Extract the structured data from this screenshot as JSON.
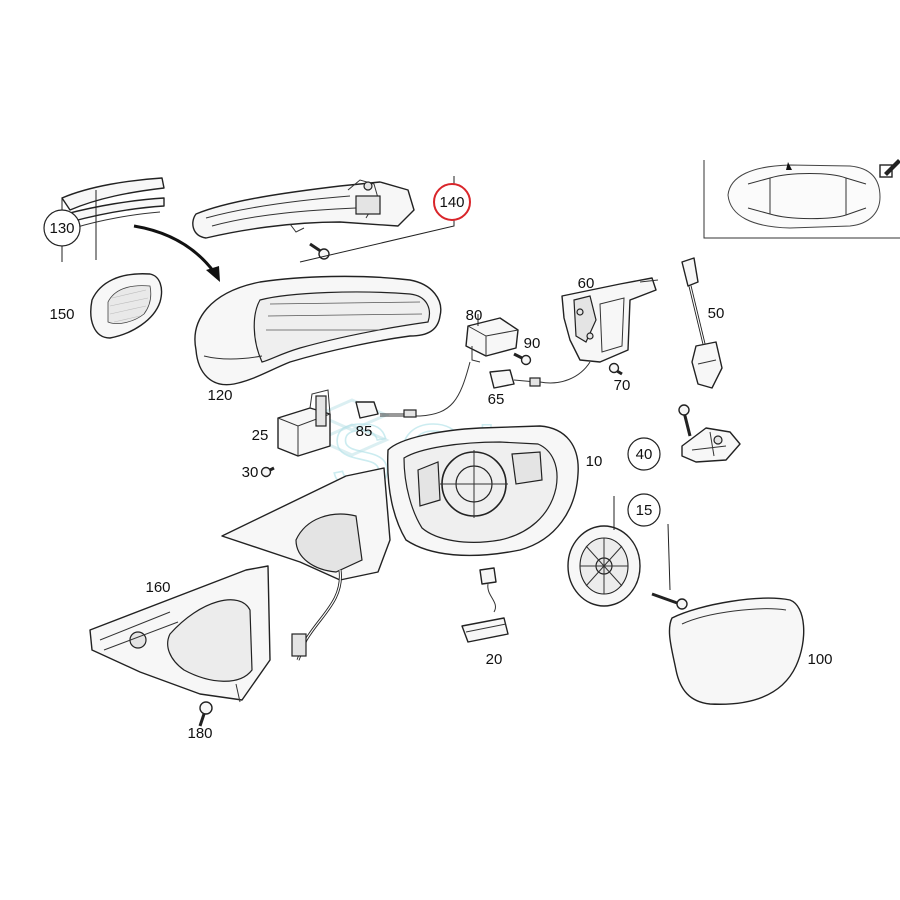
{
  "diagram": {
    "callouts": [
      {
        "id": "c10",
        "text": "10"
      },
      {
        "id": "c15",
        "text": "15",
        "circled": true
      },
      {
        "id": "c20",
        "text": "20"
      },
      {
        "id": "c25",
        "text": "25"
      },
      {
        "id": "c30",
        "text": "30"
      },
      {
        "id": "c40",
        "text": "40",
        "circled": true
      },
      {
        "id": "c50",
        "text": "50"
      },
      {
        "id": "c60",
        "text": "60"
      },
      {
        "id": "c65",
        "text": "65"
      },
      {
        "id": "c70",
        "text": "70"
      },
      {
        "id": "c80",
        "text": "80"
      },
      {
        "id": "c85",
        "text": "85"
      },
      {
        "id": "c90",
        "text": "90"
      },
      {
        "id": "c100",
        "text": "100"
      },
      {
        "id": "c120",
        "text": "120"
      },
      {
        "id": "c130",
        "text": "130",
        "circled": true
      },
      {
        "id": "c140",
        "text": "140",
        "circled": true,
        "highlighted": true
      },
      {
        "id": "c150",
        "text": "150"
      },
      {
        "id": "c160",
        "text": "160"
      },
      {
        "id": "c180",
        "text": "180"
      }
    ],
    "highlight_color": "#d9252a",
    "watermark": "SOL",
    "watermark_color": "#8fd6e0",
    "edit_icon": "edit-icon"
  }
}
